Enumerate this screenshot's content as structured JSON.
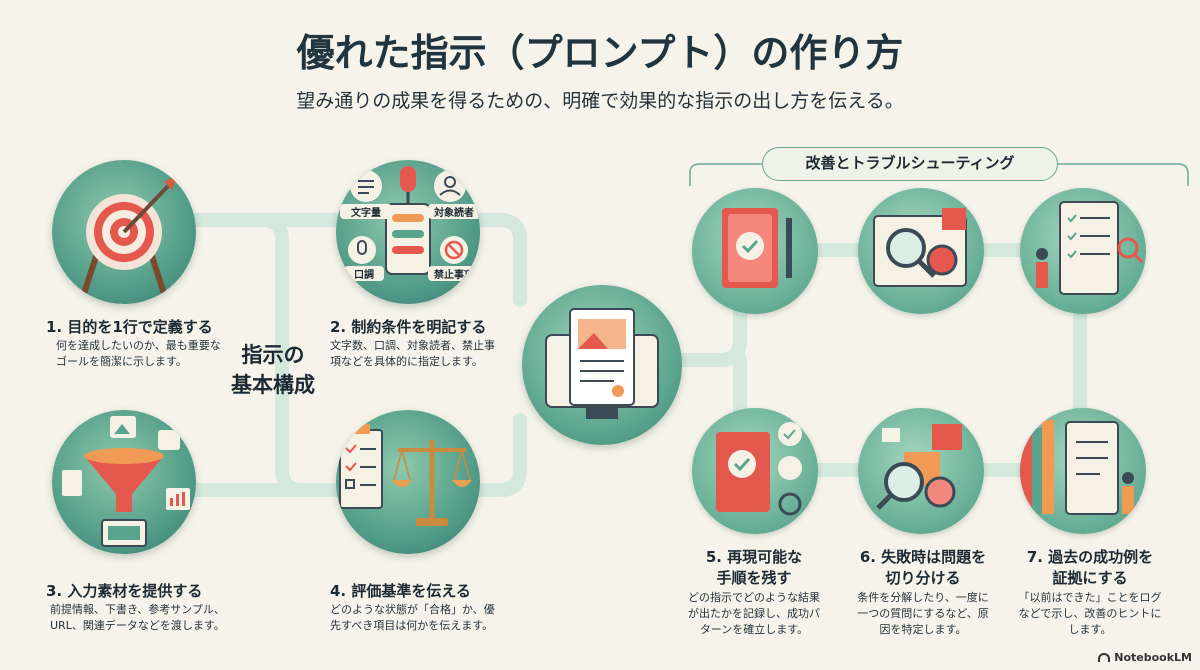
{
  "header": {
    "title": "優れた指示（プロンプト）の作り方",
    "subtitle": "望み通りの成果を得るための、明確で効果的な指示の出し方を伝える。"
  },
  "core_label": [
    "指示の",
    "基本構成"
  ],
  "trouble_section_label": "改善とトラブルシューティング",
  "steps": [
    {
      "title": "1. 目的を1行で定義する",
      "desc": [
        "何を達成したいのか、最も重要な",
        "ゴールを簡潔に示します。"
      ]
    },
    {
      "title": "2. 制約条件を明記する",
      "desc": [
        "文字数、口調、対象読者、禁止事",
        "項などを具体的に指定します。"
      ]
    },
    {
      "title": "3. 入力素材を提供する",
      "desc": [
        "前提情報、下書き、参考サンプル、",
        "URL、関連データなどを渡します。"
      ]
    },
    {
      "title": "4. 評価基準を伝える",
      "desc": [
        "どのような状態が「合格」か、優",
        "先すべき項目は何かを伝えます。"
      ]
    },
    {
      "title": [
        "5. 再現可能な",
        "手順を残す"
      ],
      "desc": [
        "どの指示でどのような結果",
        "が出たかを記録し、成功パ",
        "ターンを確立します。"
      ]
    },
    {
      "title": [
        "6. 失敗時は問題を",
        "切り分ける"
      ],
      "desc": [
        "条件を分解したり、一度に",
        "一つの質問にするなど、原",
        "因を特定します。"
      ]
    },
    {
      "title": [
        "7. 過去の成功例を",
        "証拠にする"
      ],
      "desc": [
        "「以前はできた」ことをログ",
        "などで示し、改善のヒントに",
        "します。"
      ]
    }
  ],
  "icon_labels": {
    "text_volume": "文字量",
    "target_reader": "対象読者",
    "tone": "口調",
    "forbidden": "禁止事項"
  },
  "brand": "NotebookLM",
  "colors": {
    "background": "#f6f4ea",
    "circle": "#5aa48d",
    "connector": "#cfe6d8",
    "accent_red": "#e4584e",
    "accent_orange": "#f19a55"
  },
  "icons": [
    "target-icon",
    "microphone-settings-icon",
    "funnel-icon",
    "scales-checklist-icon",
    "document-screen-icon",
    "notebook-check-icon",
    "magnifier-puzzle-icon",
    "checklist-person-icon",
    "notebook-recycle-icon",
    "puzzle-magnifier-icon",
    "books-scroll-person-icon"
  ]
}
